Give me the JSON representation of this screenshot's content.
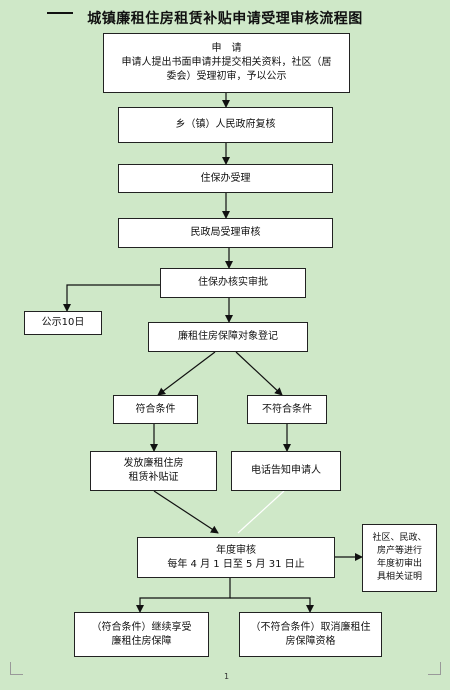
{
  "title": "城镇廉租住房租赁补贴申请受理审核流程图",
  "nodes": {
    "apply_title": "申　请",
    "apply_line1": "申请人提出书面申请并提交相关资料，社区（居",
    "apply_line2": "委会）受理初审，予以公示",
    "town_review": "乡（镇）人民政府复核",
    "housing_accept": "住保办受理",
    "civil_review": "民政局受理审核",
    "approval": "住保办核实审批",
    "publicity": "公示10日",
    "register": "廉租住房保障对象登记",
    "qualified": "符合条件",
    "not_qualified": "不符合条件",
    "issue_line1": "发放廉租住房",
    "issue_line2": "租赁补贴证",
    "notify": "电话告知申请人",
    "annual_title": "年度审核",
    "annual_period": "每年 4 月 1 日至 5 月 31 日止",
    "side_line1": "社区、民政、",
    "side_line2": "房产等进行",
    "side_line3": "年度初审出",
    "side_line4": "具相关证明",
    "continue_line1": "（符合条件）继续享受",
    "continue_line2": "廉租住房保障",
    "cancel_line1": "（不符合条件）取消廉租住",
    "cancel_line2": "房保障资格"
  },
  "page_number": "1"
}
